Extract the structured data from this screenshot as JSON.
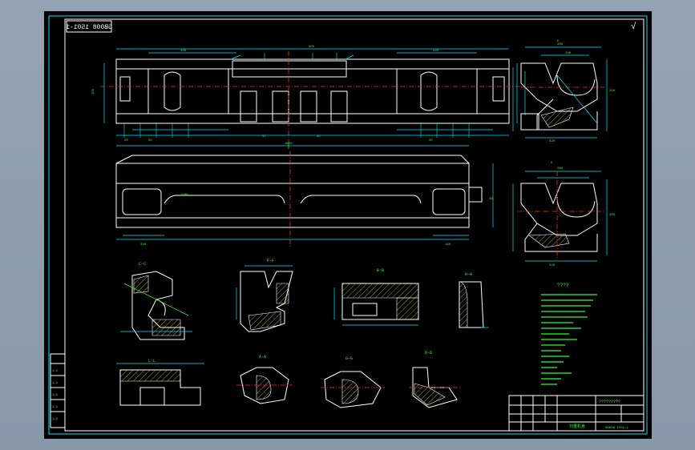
{
  "drawing": {
    "number_stamp": "GB008 1501-1",
    "roughness_mark": "√",
    "notes_title": "????",
    "title_block": {
      "part_name": "刘重机身",
      "drawing_no": "GB008 1501-1",
      "header_code": "?????????"
    },
    "section_labels": {
      "cc": "C-C",
      "ff": "F-F",
      "bb": "B-B",
      "hh": "H-H",
      "ll": "L-L",
      "aa": "A-A",
      "gg": "G-G",
      "dd": "D-D",
      "top_right": "E",
      "mid_right": "E"
    },
    "revision_rows": [
      "1-2",
      "1-1",
      "1-2",
      "1-1",
      "1-2"
    ],
    "colors": {
      "background": "#000000",
      "outline": "#ffffff",
      "dimension": "#00e5ff",
      "text": "#2bff2b",
      "centerline": "#ff2a2a",
      "hatch": "#e8e04a"
    }
  }
}
